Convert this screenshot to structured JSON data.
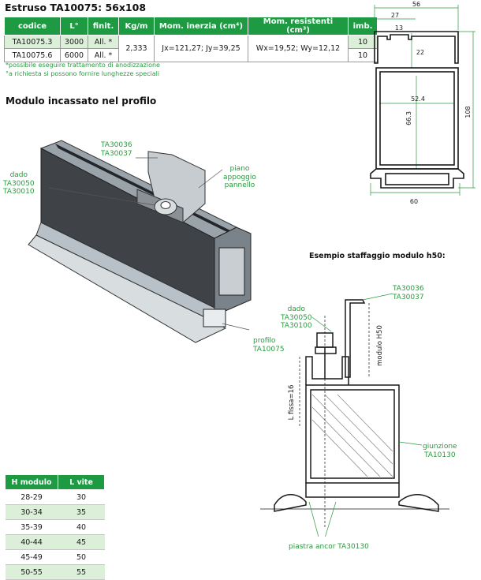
{
  "title": "Estruso TA10075: 56x108",
  "spec_table": {
    "headers": [
      "codice",
      "L°",
      "finit.",
      "Kg/m",
      "Mom. inerzia (cm⁴)",
      "Mom. resistenti (cm³)",
      "imb."
    ],
    "rows": [
      {
        "codice": "TA10075.3",
        "lunghezza": "3000",
        "finitura": "All. *",
        "imb": "10"
      },
      {
        "codice": "TA10075.6",
        "lunghezza": "6000",
        "finitura": "All. *",
        "imb": "10"
      }
    ],
    "kgm": "2,333",
    "inerzia": "Jx=121,27; Jy=39,25",
    "resistenti": "Wx=19,52; Wy=12,12"
  },
  "notes": [
    "*possibile eseguire trattamento di anodizzazione",
    "°a richiesta si possono fornire lunghezze speciali"
  ],
  "section_profile": {
    "dims": {
      "width_total": "56",
      "w27": "27",
      "w13": "13",
      "h22": "22",
      "w52": "52.4",
      "h66": "66.3",
      "h108": "108",
      "w60": "60"
    }
  },
  "module_heading": "Modulo incassato nel profilo",
  "module_labels": {
    "top": [
      "TA30036",
      "TA30037"
    ],
    "left": [
      "dado",
      "TA30050",
      "TA30010"
    ],
    "right": [
      "piano",
      "appoggio",
      "pannello"
    ],
    "profilo": [
      "profilo",
      "TA10075"
    ]
  },
  "example_heading": "Esempio staffaggio modulo h50:",
  "example_labels": {
    "top": [
      "TA30036",
      "TA30037"
    ],
    "dado": [
      "dado",
      "TA30050",
      "TA30100"
    ],
    "modulo": "modulo H50",
    "fissa": "L fissa=16",
    "giunzione": [
      "giunzione",
      "TA10130"
    ],
    "piastra": "piastra ancor TA30130"
  },
  "vite_table": {
    "headers": [
      "H modulo",
      "L vite"
    ],
    "rows": [
      [
        "28-29",
        "30"
      ],
      [
        "30-34",
        "35"
      ],
      [
        "35-39",
        "40"
      ],
      [
        "40-44",
        "45"
      ],
      [
        "45-49",
        "50"
      ],
      [
        "50-55",
        "55"
      ]
    ]
  },
  "colors": {
    "accent": "#1e9a43",
    "accent_light": "#dcefd9",
    "label": "#2a9a3f"
  }
}
